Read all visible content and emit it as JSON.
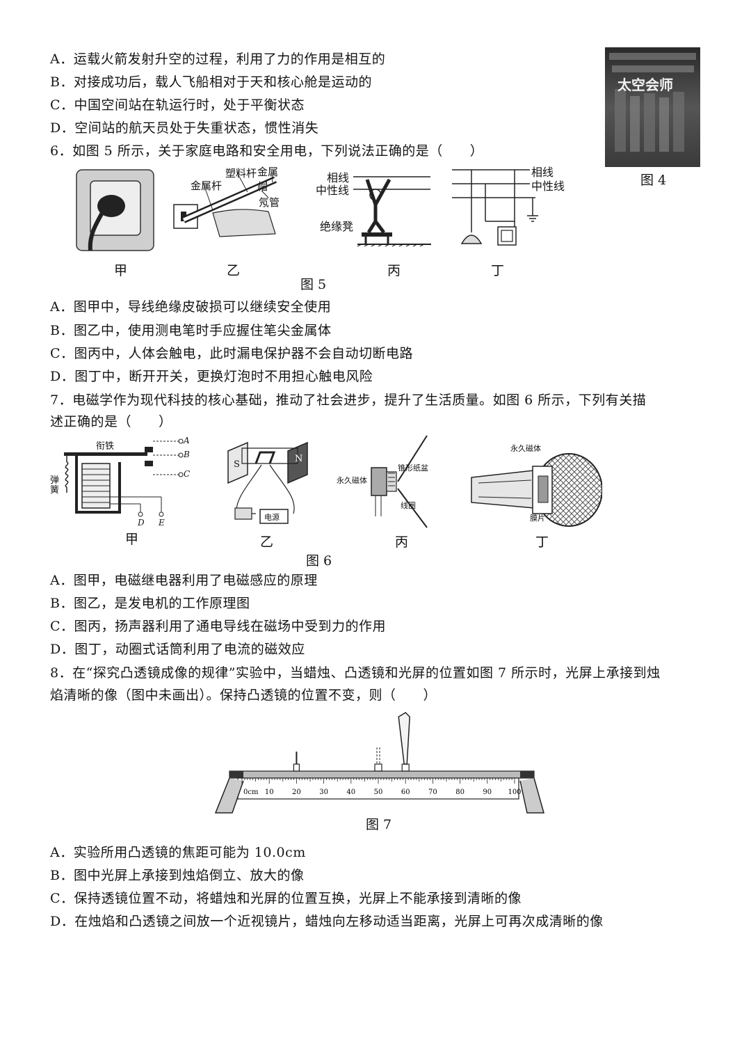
{
  "q5_options": [
    "A．运载火箭发射升空的过程，利用了力的作用是相互的",
    "B．对接成功后，载人飞船相对于天和核心舱是运动的",
    "C．中国空间站在轨运行时，处于平衡状态",
    "D．空间站的航天员处于失重状态，惯性消失"
  ],
  "fig4": {
    "caption": "图 4",
    "banner_text": "太空会师"
  },
  "q6": {
    "stem": "6．如图 5 所示，关于家庭电路和安全用电，下列说法正确的是（　　）",
    "fig_labels": {
      "plastic_rod": "塑料杆",
      "metal_cap": "金属帽",
      "metal_rod": "金属杆",
      "neon_tube": "氖管",
      "live_wire": "相线",
      "neutral_wire": "中性线",
      "insulated_stool": "绝缘凳"
    },
    "sub_captions": [
      "甲",
      "乙",
      "丙",
      "丁"
    ],
    "caption": "图 5",
    "options": [
      "A．图甲中，导线绝缘皮破损可以继续安全使用",
      "B．图乙中，使用测电笔时手应握住笔尖金属体",
      "C．图丙中，人体会触电，此时漏电保护器不会自动切断电路",
      "D．图丁中，断开开关，更换灯泡时不用担心触电风险"
    ]
  },
  "q7": {
    "stem_line1": "7．电磁学作为现代科技的核心基础，推动了社会进步，提升了生活质量。如图 6 所示，下列有关描",
    "stem_line2": "述正确的是（　　）",
    "fig_labels": {
      "armature": "衔铁",
      "spring": "弹簧",
      "a": "A",
      "b": "B",
      "c": "C",
      "d": "D",
      "e": "E",
      "s": "S",
      "n": "N",
      "power": "电源",
      "permanent_magnet": "永久磁体",
      "coil": "线圈",
      "cone": "锥形纸盆",
      "membrane": "膜片"
    },
    "sub_captions": [
      "甲",
      "乙",
      "丙",
      "丁"
    ],
    "caption": "图 6",
    "options": [
      "A．图甲，电磁继电器利用了电磁感应的原理",
      "B．图乙，是发电机的工作原理图",
      "C．图丙，扬声器利用了通电导线在磁场中受到力的作用",
      "D．图丁，动圈式话筒利用了电流的磁效应"
    ]
  },
  "q8": {
    "stem_line1": "8．在“探究凸透镜成像的规律”实验中，当蜡烛、凸透镜和光屏的位置如图 7 所示时，光屏上承接到烛",
    "stem_line2": "焰清晰的像（图中未画出）。保持凸透镜的位置不变，则（　　）",
    "ruler_ticks": [
      "0cm",
      "10",
      "20",
      "30",
      "40",
      "50",
      "60",
      "70",
      "80",
      "90",
      "100"
    ],
    "candle_position_cm": 20,
    "lens_position_cm": 50,
    "screen_position_cm": 60,
    "caption": "图 7",
    "options": [
      "A．实验所用凸透镜的焦距可能为 10.0cm",
      "B．图中光屏上承接到烛焰倒立、放大的像",
      "C．保持透镜位置不动，将蜡烛和光屏的位置互换，光屏上不能承接到清晰的像",
      "D．在烛焰和凸透镜之间放一个近视镜片，蜡烛向左移动适当距离，光屏上可再次成清晰的像"
    ]
  }
}
